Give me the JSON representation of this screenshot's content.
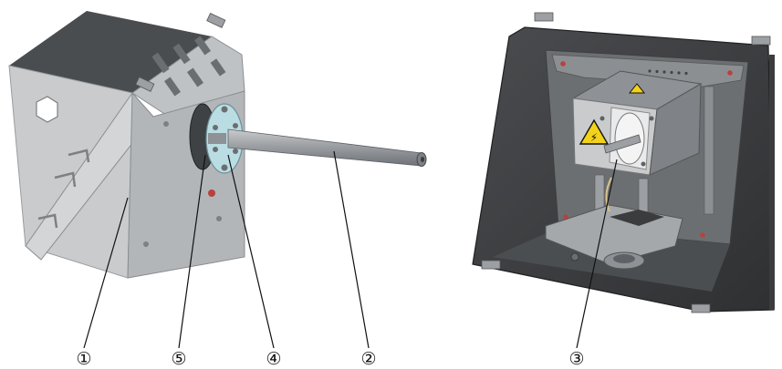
{
  "figure": {
    "callouts": [
      {
        "id": "c1",
        "label": "①"
      },
      {
        "id": "c5",
        "label": "⑤"
      },
      {
        "id": "c4",
        "label": "④"
      },
      {
        "id": "c2",
        "label": "②"
      },
      {
        "id": "c3",
        "label": "③"
      }
    ],
    "warning_glyph": "⚡",
    "colors": {
      "housing_light": "#c9cbcd",
      "housing_side": "#b3b6b9",
      "housing_dark": "#4a4d50",
      "probe": "#9c9fa3",
      "flange": "#b9dde3",
      "enclosure": "#3a3c3e",
      "warning_yellow": "#f2d21a"
    }
  }
}
